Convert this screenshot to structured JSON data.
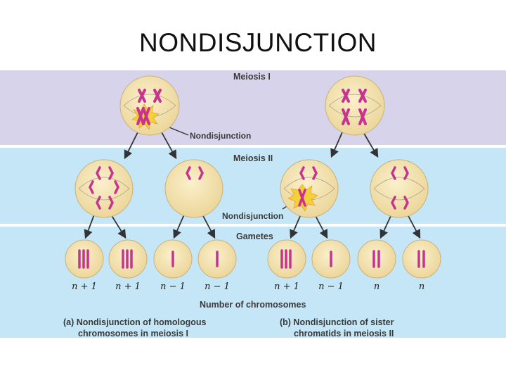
{
  "slide": {
    "title": "NONDISJUNCTION"
  },
  "bands": {
    "meiosis_1": "Meiosis I",
    "meiosis_2": "Meiosis II",
    "gametes": "Gametes"
  },
  "annotations": {
    "nondisjunction_1": "Nondisjunction",
    "nondisjunction_2": "Nondisjunction",
    "number_of_chromosomes": "Number of chromosomes"
  },
  "gamete_counts": {
    "a": [
      "n + 1",
      "n + 1",
      "n − 1",
      "n − 1"
    ],
    "b": [
      "n + 1",
      "n − 1",
      "n",
      "n"
    ]
  },
  "captions": {
    "a_line1": "(a) Nondisjunction of homologous",
    "a_line2": "chromosomes in meiosis I",
    "b_line1": "(b) Nondisjunction of sister",
    "b_line2": "chromatids in meiosis II"
  },
  "colors": {
    "band_meiosis_1": "#d6d3ea",
    "band_meiosis_2": "#c5e6f6",
    "band_gametes": "#c5e6f6",
    "cell_fill": "#f6e6b6",
    "chromosome": "#c8338f",
    "burst": "#f6cf3a",
    "arrow": "#333333"
  }
}
